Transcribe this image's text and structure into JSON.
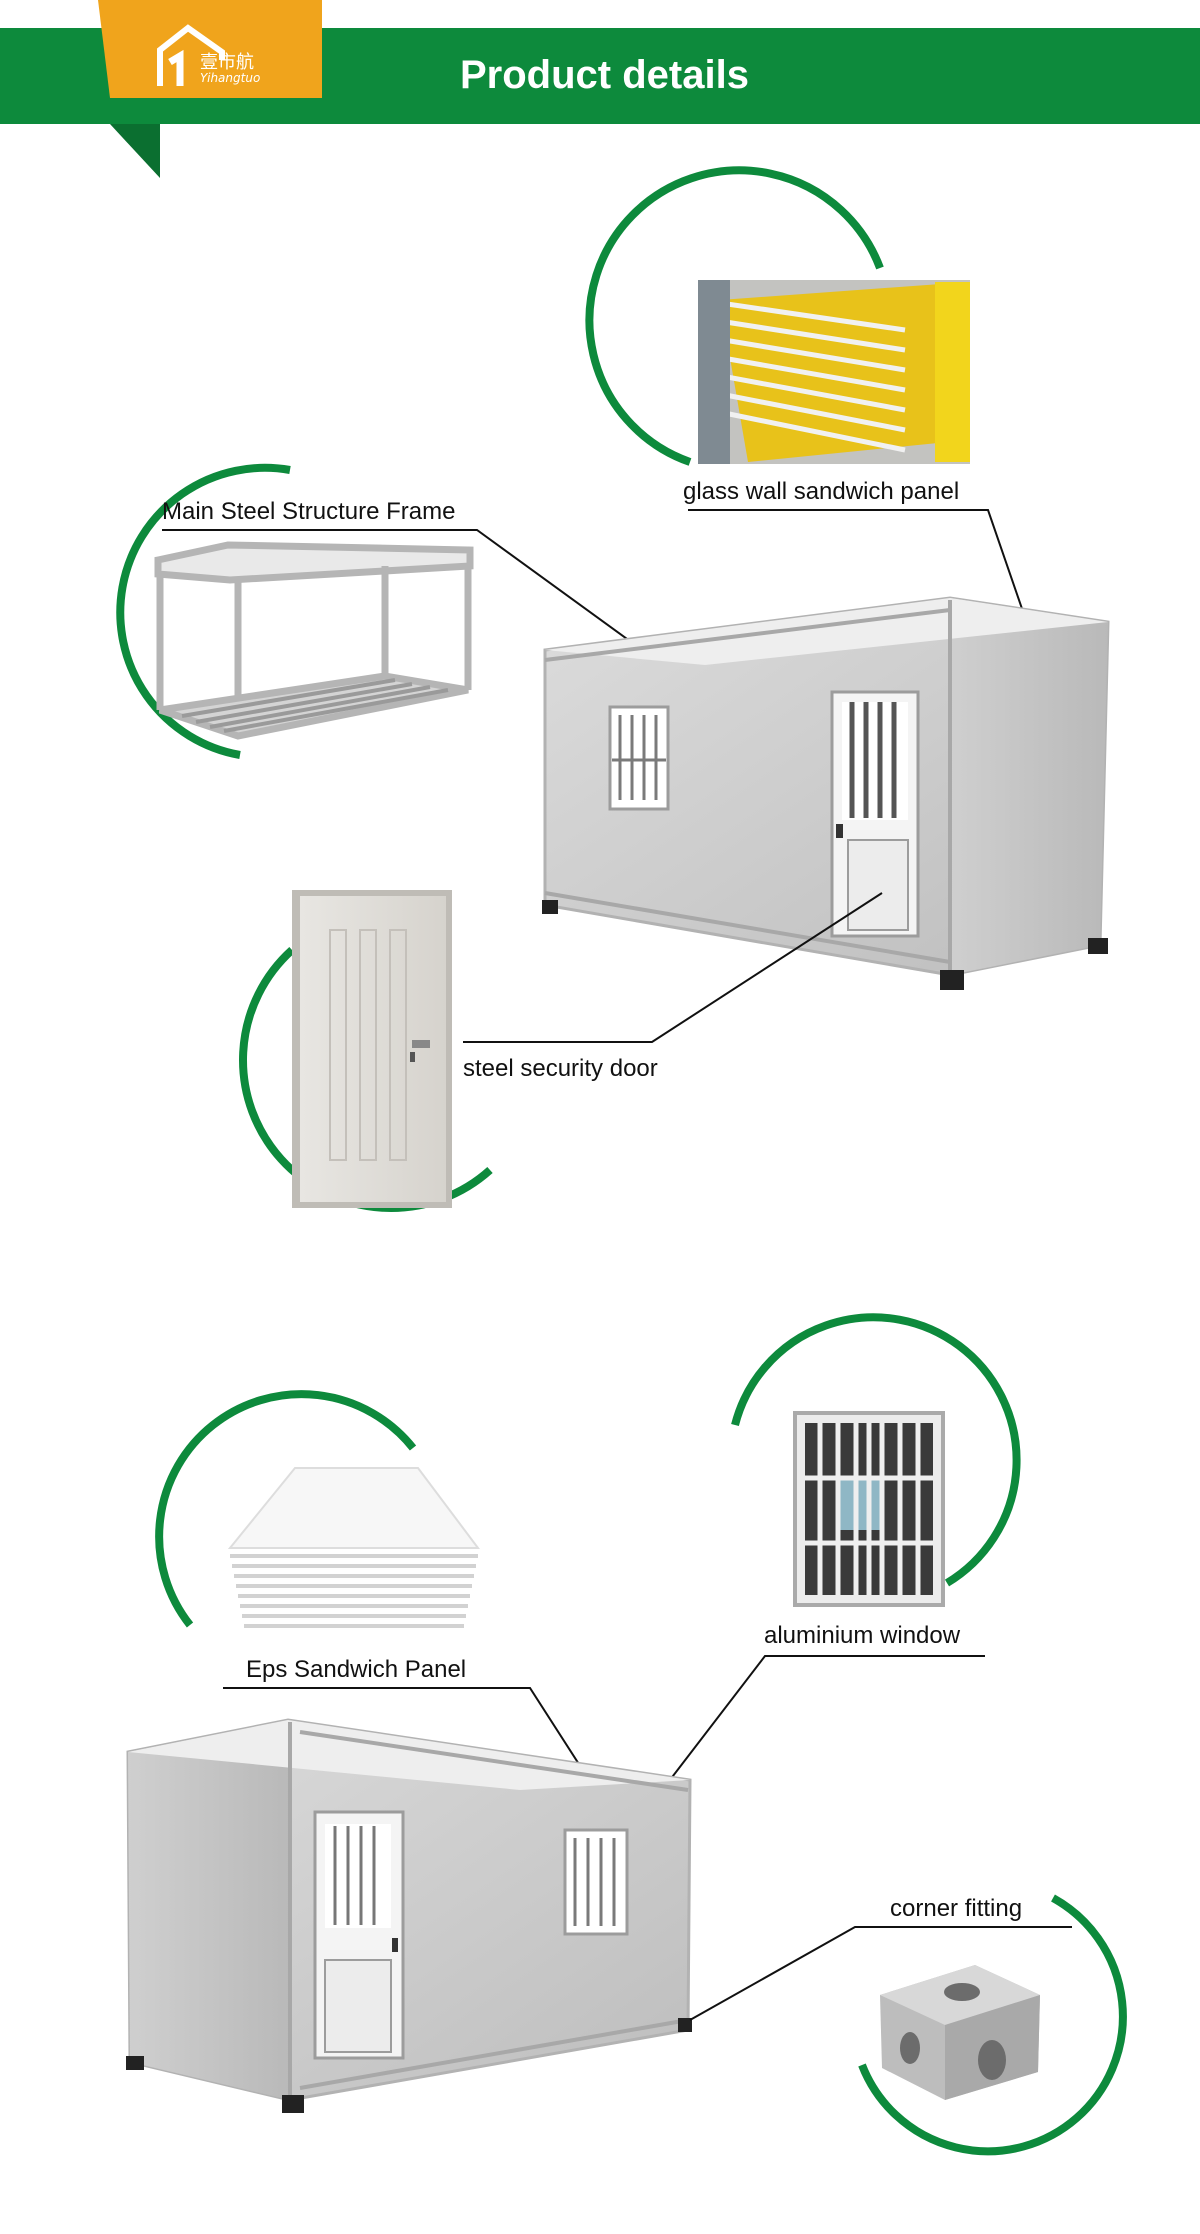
{
  "header": {
    "title": "Product details",
    "logo_text": "壹市航",
    "logo_sub": "Yihangtuo"
  },
  "colors": {
    "green": "#0d8a3c",
    "orange": "#f0a41c",
    "panel_grey": "#cfcfcf"
  },
  "labels": {
    "glass_wall": "glass wall sandwich panel",
    "steel_frame": "Main  Steel Structure  Frame",
    "security_door": "steel security door",
    "eps_panel": "Eps Sandwich Panel",
    "aluminium_window": "aluminium window",
    "corner_fitting": "corner fitting"
  }
}
